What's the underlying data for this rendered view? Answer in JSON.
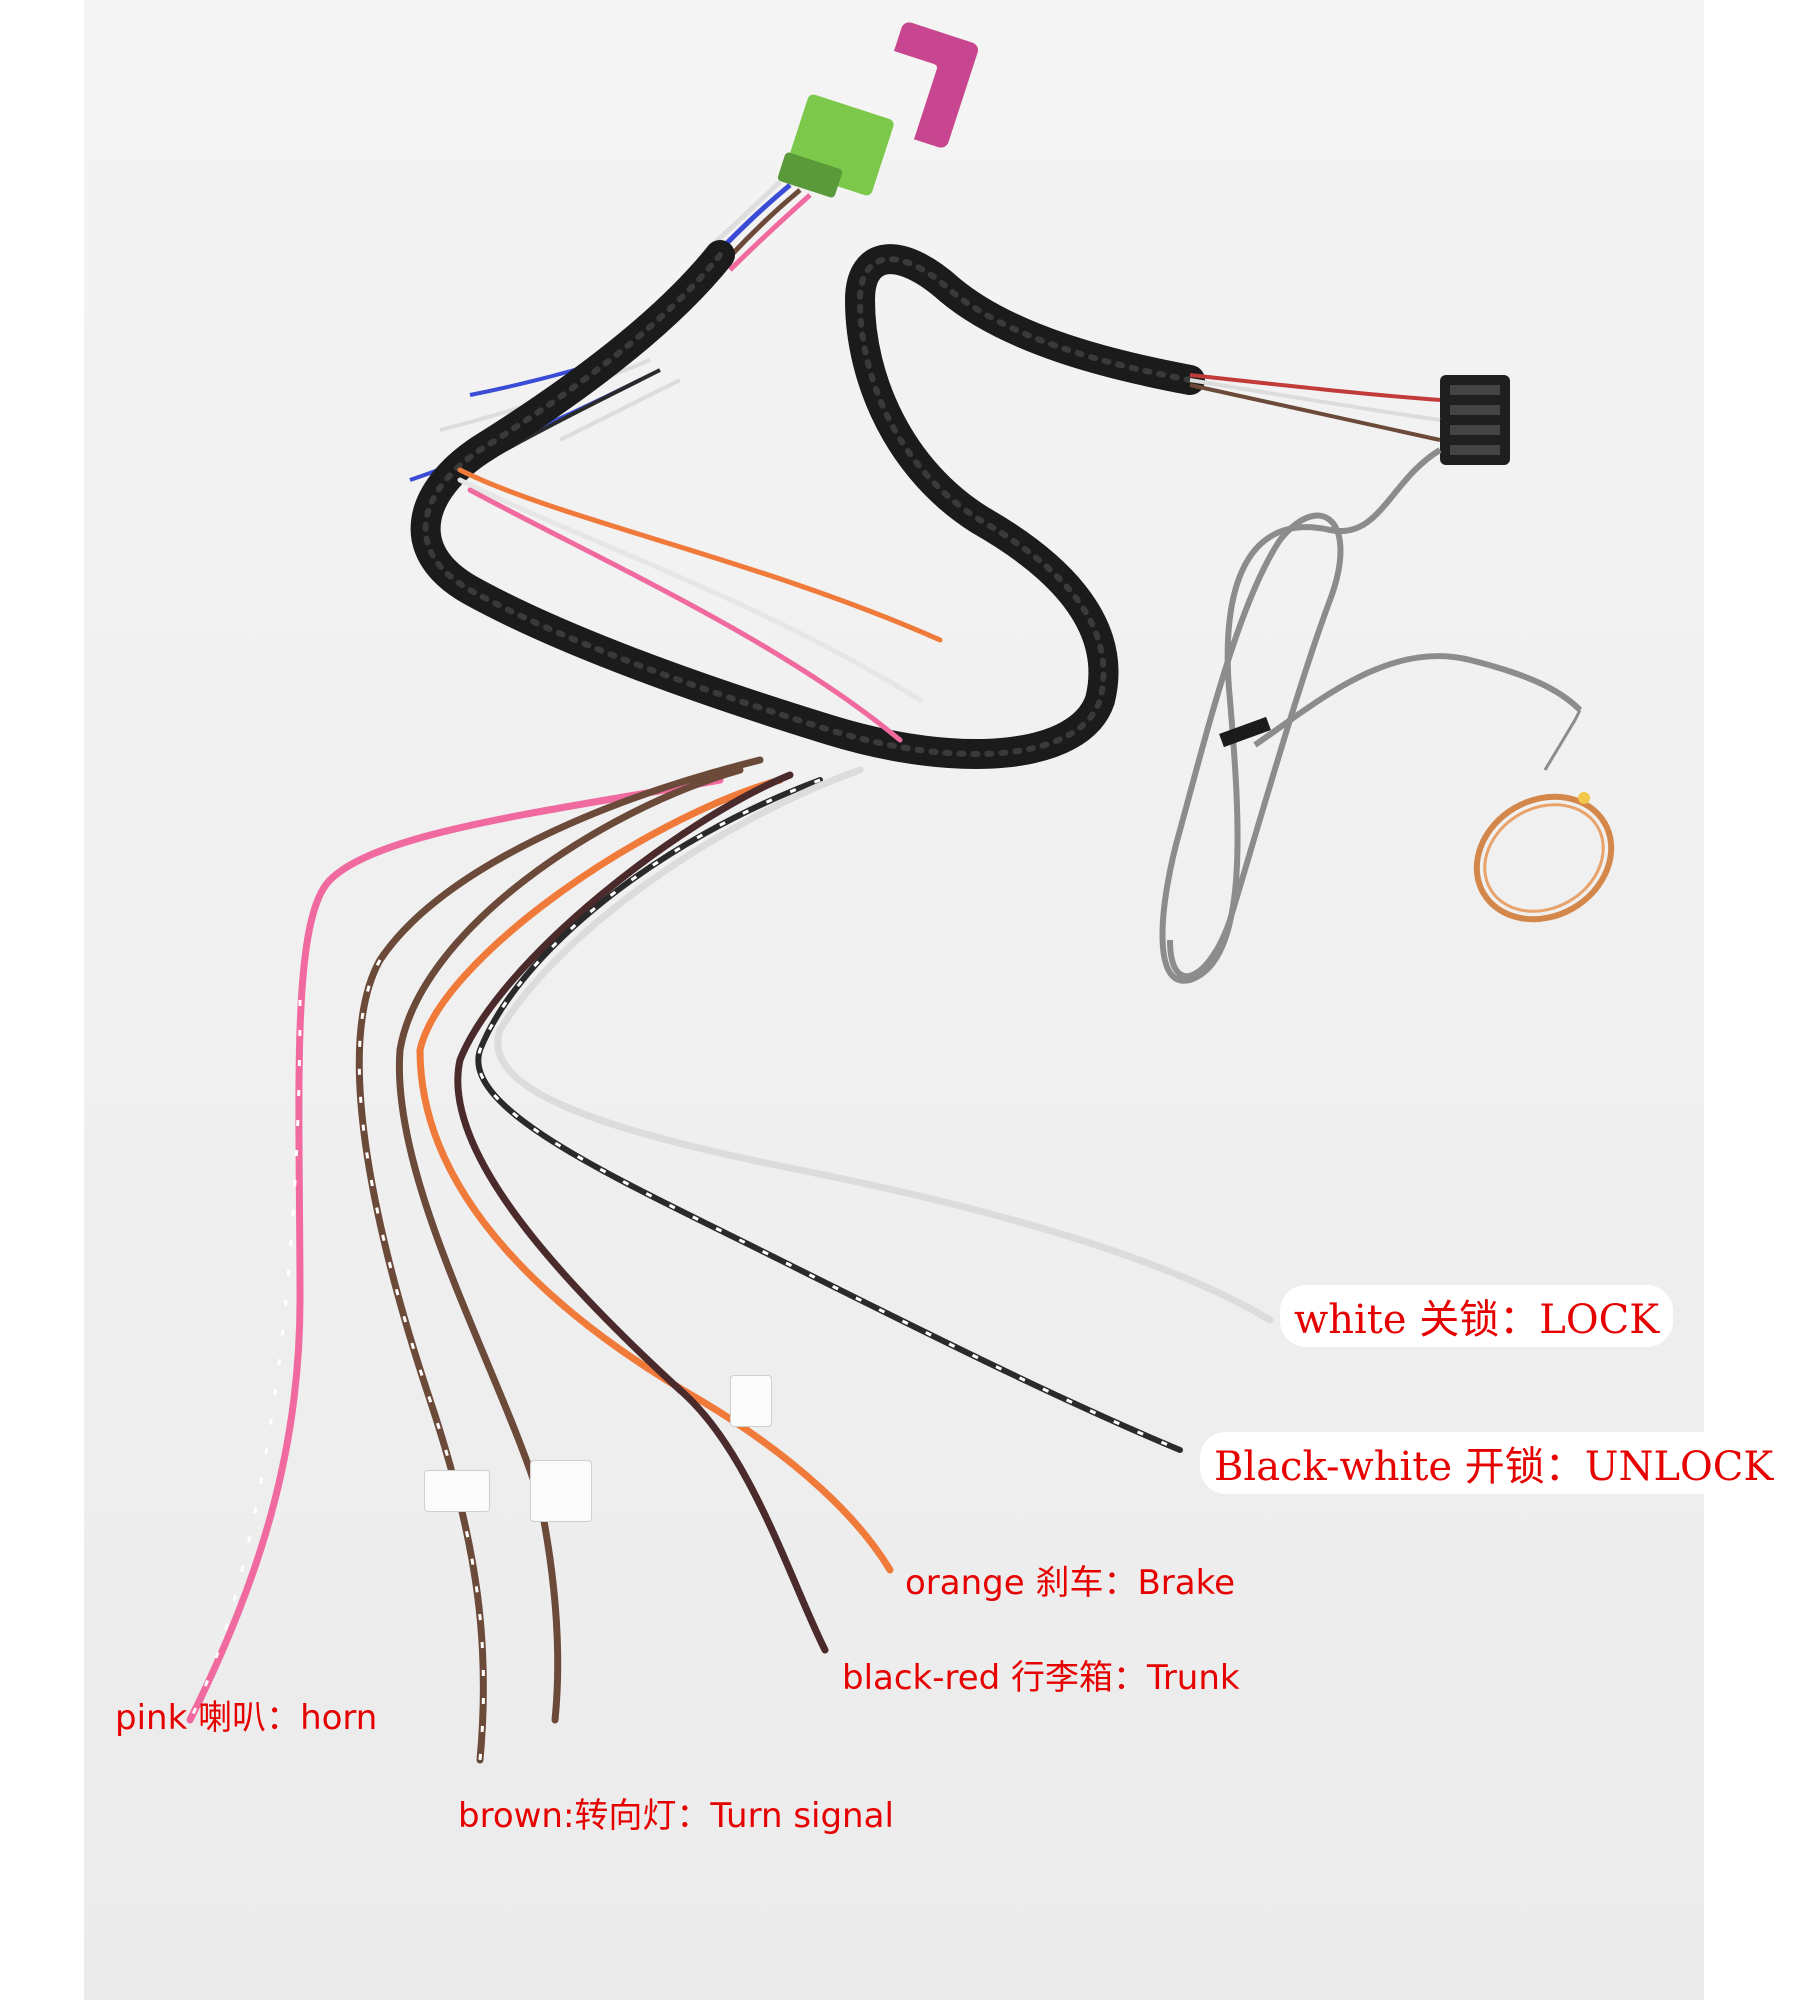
{
  "labels": {
    "white_lock": "white 关锁：LOCK",
    "black_white_unlock": "Black-white 开锁：UNLOCK",
    "orange_brake": "orange 刹车：Brake",
    "black_red_trunk": "black-red 行李箱：Trunk",
    "pink_horn": "pink 喇叭：horn",
    "brown_turn": "brown:转向灯：Turn signal"
  },
  "colors": {
    "label_text": "#e60000",
    "pink_wire": "#f06aa0",
    "orange_wire": "#f07a3a",
    "brown_wire": "#6b4a3a",
    "black_wire": "#2a2a2a",
    "white_wire": "#e6e6e6",
    "grey_cable": "#8c8c8c",
    "sleeve": "#1b1b1b",
    "connector_pink": "#c8458f",
    "connector_green": "#7cc84a",
    "coil_copper": "#d4874a"
  }
}
